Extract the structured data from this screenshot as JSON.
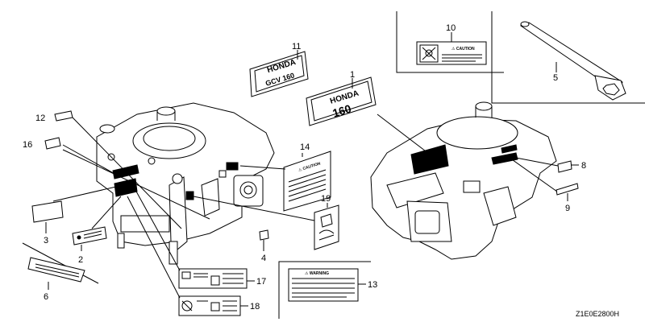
{
  "diagram": {
    "code": "Z1E0E2800H",
    "callouts": [
      {
        "id": "c1",
        "text": "1"
      },
      {
        "id": "c2",
        "text": "2"
      },
      {
        "id": "c3",
        "text": "3"
      },
      {
        "id": "c4",
        "text": "4"
      },
      {
        "id": "c5",
        "text": "5"
      },
      {
        "id": "c6",
        "text": "6"
      },
      {
        "id": "c8",
        "text": "8"
      },
      {
        "id": "c9",
        "text": "9"
      },
      {
        "id": "c10",
        "text": "10"
      },
      {
        "id": "c11",
        "text": "11"
      },
      {
        "id": "c12",
        "text": "12"
      },
      {
        "id": "c13",
        "text": "13"
      },
      {
        "id": "c14",
        "text": "14"
      },
      {
        "id": "c16",
        "text": "16"
      },
      {
        "id": "c17",
        "text": "17"
      },
      {
        "id": "c18",
        "text": "18"
      },
      {
        "id": "c19",
        "text": "19"
      }
    ],
    "label_texts": {
      "caution_10": "⚠ CAUTION",
      "caution_14": "⚠ CAUTION",
      "warning_13": "⚠ WARNING",
      "brand": "HONDA",
      "model_11": "GCV 160",
      "model_1": "160"
    }
  }
}
